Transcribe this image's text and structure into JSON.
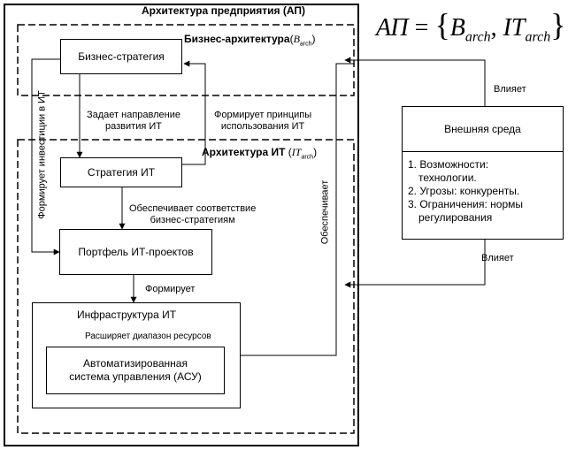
{
  "formula": {
    "lhs": "АП",
    "eq": "=",
    "b": "B",
    "arch1": "arch",
    "comma": ",",
    "it": "IT",
    "arch2": "arch"
  },
  "enterprise": {
    "title": "Архитектура предприятия (АП)"
  },
  "business_arch": {
    "title": "Бизнес-архитектура",
    "sym": "B",
    "sub": "arch"
  },
  "it_arch": {
    "title": "Архитектура ИТ",
    "sym": "IT",
    "sub": "arch"
  },
  "boxes": {
    "business_strategy": "Бизнес-стратегия",
    "it_strategy": "Стратегия ИТ",
    "portfolio": "Портфель ИТ-проектов",
    "infrastructure": "Инфраструктура ИТ",
    "asu_line1": "Автоматизированная",
    "asu_line2": "система управления (АСУ)"
  },
  "external": {
    "title": "Внешняя среда",
    "items": [
      "1. Возможности:",
      "технологии.",
      "2. Угрозы: конкуренты.",
      "3. Ограничения: нормы",
      "регулирования"
    ]
  },
  "edge_labels": {
    "sets_direction_1": "Задает направление",
    "sets_direction_2": "развития ИТ",
    "forms_principles_1": "Формирует принципы",
    "forms_principles_2": "использования ИТ",
    "ensures_match_1": "Обеспечивает соответствие",
    "ensures_match_2": "бизнес-стратегиям",
    "forms": "Формирует",
    "extends": "Расширяет диапазон ресурсов",
    "forms_investments": "Формирует инвестиции в ИТ",
    "ensures": "Обеспечивает",
    "influences_1": "Влияет",
    "influences_2": "Влияет"
  }
}
